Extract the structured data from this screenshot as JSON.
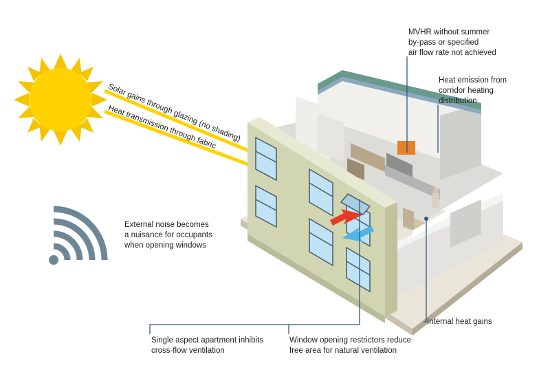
{
  "annotations": {
    "mvhr": "MVHR without summer\nby-pass or specified\nair flow rate not achieved",
    "heat_emission": "Heat emission from\ncorridor heating\ndistribution",
    "solar_gains": "Solar gains through glazing (no shading)",
    "heat_transmission": "Heat transmission through fabric",
    "external_noise": "External noise becomes\na nuisance for occupants\nwhen opening windows",
    "internal_heat": "Internal heat gains",
    "single_aspect": "Single aspect apartment inhibits\ncross-flow ventilation",
    "window_restrictors": "Window opening restrictors reduce\nfree area for natural ventilation"
  },
  "colors": {
    "sun": "#ffd200",
    "sun_rays": "#f5c400",
    "wifi": "#6f8696",
    "leader_lines": "#2d5a86",
    "facade": "#d2d5b2",
    "base": "#c9c2b0",
    "hot_arrow": "#e63a24",
    "cool_arrow": "#4fb3e6",
    "mvhr_unit": "#e8812a"
  }
}
